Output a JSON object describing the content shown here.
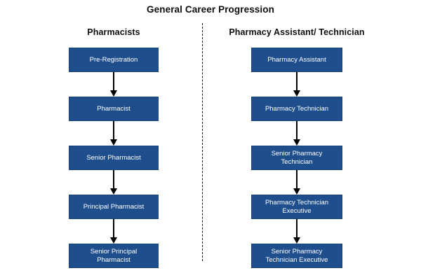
{
  "title": "General Career Progression",
  "divider": {
    "style": "dashed-vertical",
    "color": "#111111"
  },
  "theme": {
    "node_fill": "#1f4e8c",
    "node_border": "#17427a",
    "node_text": "#ffffff",
    "title_text": "#0d0d0d",
    "arrow_color": "#000000",
    "background": "#ffffff"
  },
  "columns": [
    {
      "header": "Pharmacists",
      "nodes": [
        {
          "label": "Pre-Registration"
        },
        {
          "label": "Pharmacist"
        },
        {
          "label": "Senior Pharmacist"
        },
        {
          "label": "Principal Pharmacist"
        },
        {
          "label": "Senior Principal\nPharmacist"
        }
      ]
    },
    {
      "header": "Pharmacy Assistant/ Technician",
      "nodes": [
        {
          "label": "Pharmacy Assistant"
        },
        {
          "label": "Pharmacy Technician"
        },
        {
          "label": "Senior Pharmacy\nTechnician"
        },
        {
          "label": "Pharmacy Technician\nExecutive"
        },
        {
          "label": "Senior Pharmacy\nTechnician Executive"
        }
      ]
    }
  ]
}
